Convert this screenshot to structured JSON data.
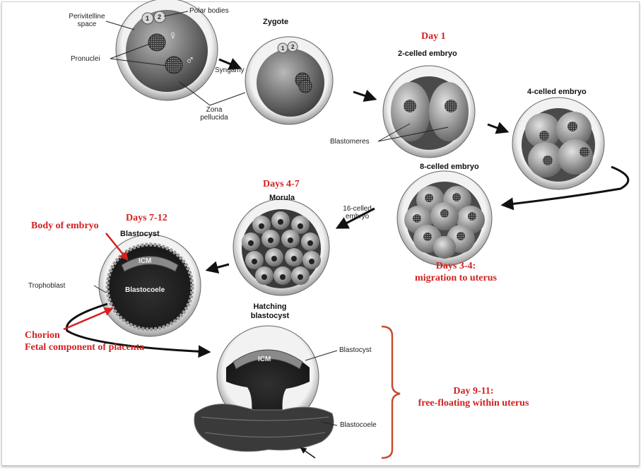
{
  "labels": {
    "polar_bodies": "Polar bodies",
    "perivitelline": "Perivitelline space",
    "pronuclei": "Pronuclei",
    "syngamy": "Syngamy",
    "zona": "Zona pellucida",
    "zygote": "Zygote",
    "two_cell": "2-celled embryo",
    "blastomeres": "Blastomeres",
    "four_cell": "4-celled embryo",
    "eight_cell": "8-celled embryo",
    "sixteen_cell": "16-celled embryo",
    "morula": "Morula",
    "blastocyst": "Blastocyst",
    "trophoblast": "Trophoblast",
    "icm": "ICM",
    "blastocoele": "Blastocoele",
    "hatching": "Hatching blastocyst",
    "hatch_blastocyst": "Blastocyst",
    "hatch_blastocoele": "Blastocoele",
    "female_symbol": "♀",
    "male_symbol": "♂",
    "polar_1": "1",
    "polar_2": "2"
  },
  "annotations": {
    "day1": "Day 1",
    "days47": "Days 4-7",
    "days712": "Days 7-12",
    "body_of_embryo": "Body of embryo",
    "days34_title": "Days 3-4:",
    "days34_text": "migration to uterus",
    "chorion_title": "Chorion",
    "chorion_text": "Fetal component of placenta",
    "day911_title": "Day 9-11:",
    "day911_text": "free-floating within uterus"
  },
  "colors": {
    "annotation_red": "#d42020"
  }
}
